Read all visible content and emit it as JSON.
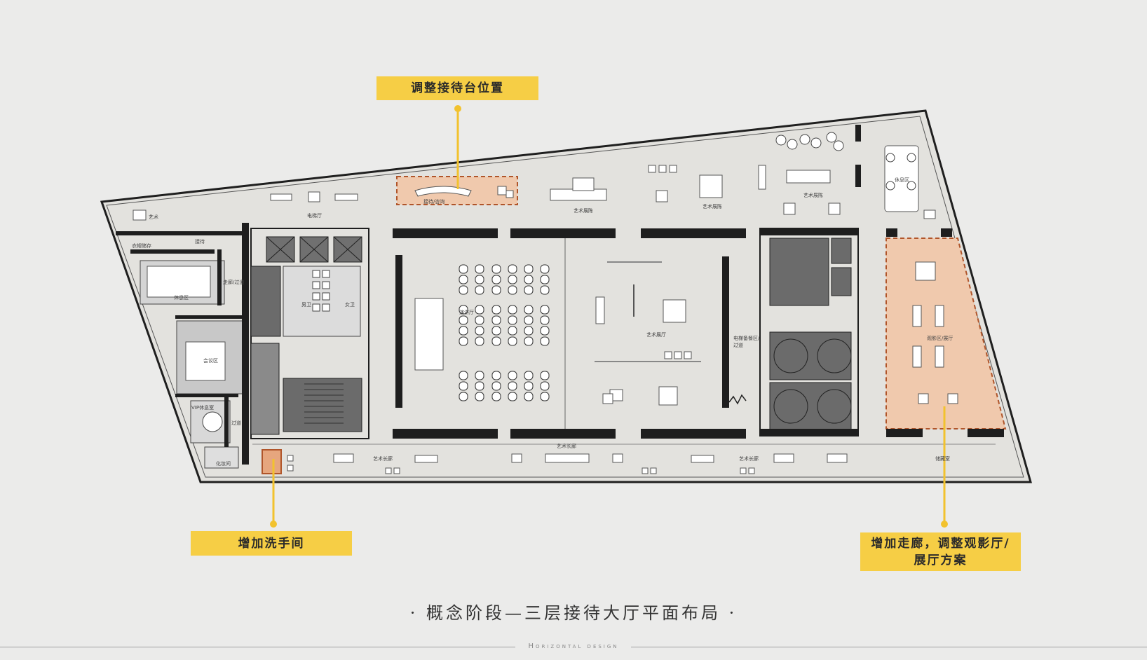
{
  "callouts": {
    "reception": "调整接待台位置",
    "restroom": "增加洗手间",
    "corridor_line1": "增加走廊，调整观影厅/",
    "corridor_line2": "展厅方案"
  },
  "title": "概念阶段—三层接待大厅平面布局",
  "subtitle": "Horizontal design",
  "room_labels": {
    "art_tl": "艺术",
    "elevator_hall": "电梯厅",
    "reception_desk": "接待/咨询",
    "art_display": "艺术展陈",
    "art_display2": "艺术展陈",
    "art_display3": "艺术展陈",
    "lounge_tr": "休息区",
    "cloakroom": "衣帽储存",
    "reception_small": "接待",
    "rest_area": "休息区",
    "corridor": "走廊/过道",
    "meeting": "会议区",
    "vip": "VIP休息室",
    "passage": "过道",
    "makeup": "化妆间",
    "male_wc": "男卫",
    "female_wc": "女卫",
    "performance_hall": "演讲厅",
    "art_exhibit_hall": "艺术展厅",
    "elevator_passage": "电梯备餐区/过道",
    "viewing_hall": "观影区/展厅",
    "art_corridor1": "艺术长廊",
    "art_corridor2": "艺术长廊",
    "art_corridor3": "艺术长廊",
    "storage": "储藏室"
  },
  "colors": {
    "accent": "#f6ce45",
    "highlight_fill": "#f0c9ad",
    "highlight_border": "#b0552a",
    "wall": "#1e1e1e",
    "core": "#6b6b6b"
  }
}
